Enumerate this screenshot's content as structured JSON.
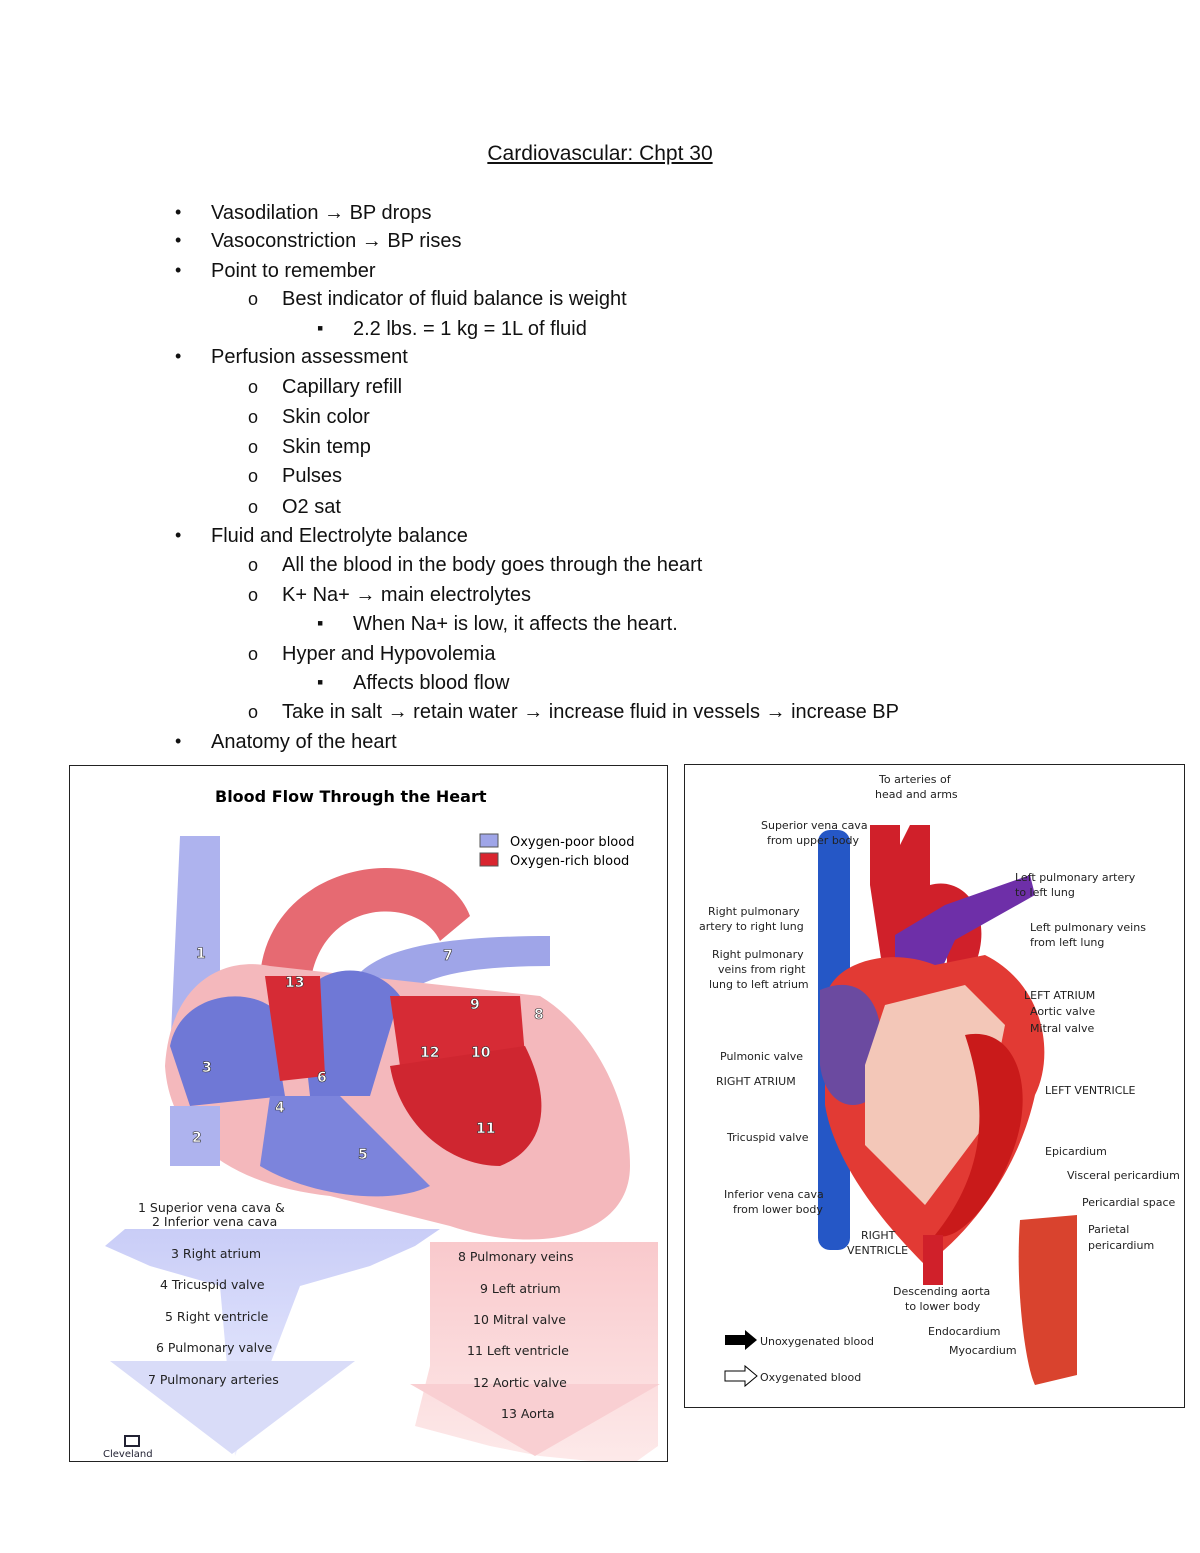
{
  "title": "Cardiovascular: Chpt 30",
  "bullets": {
    "level1": "•",
    "level2": "o",
    "level3": "▪"
  },
  "lines": [
    {
      "level": 1,
      "text": "Vasodilation → BP drops"
    },
    {
      "level": 1,
      "text": "Vasoconstriction → BP rises"
    },
    {
      "level": 1,
      "text": "Point to remember"
    },
    {
      "level": 2,
      "text": "Best indicator of fluid balance is weight"
    },
    {
      "level": 3,
      "text": "2.2 lbs. = 1 kg = 1L of fluid"
    },
    {
      "level": 1,
      "text": "Perfusion assessment"
    },
    {
      "level": 2,
      "text": "Capillary refill"
    },
    {
      "level": 2,
      "text": "Skin color"
    },
    {
      "level": 2,
      "text": "Skin temp"
    },
    {
      "level": 2,
      "text": "Pulses"
    },
    {
      "level": 2,
      "text": "O2 sat"
    },
    {
      "level": 1,
      "text": "Fluid and Electrolyte balance"
    },
    {
      "level": 2,
      "text": "All the blood in the body goes through the heart"
    },
    {
      "level": 2,
      "text": "K+ Na+ → main electrolytes"
    },
    {
      "level": 3,
      "text": "When Na+ is low, it affects the heart."
    },
    {
      "level": 2,
      "text": "Hyper and Hypovolemia"
    },
    {
      "level": 3,
      "text": "Affects blood flow"
    },
    {
      "level": 2,
      "text": "Take in salt → retain water → increase fluid in vessels → increase BP"
    },
    {
      "level": 1,
      "text": "Anatomy of the heart"
    }
  ],
  "figure1": {
    "title": "Blood Flow Through the Heart",
    "legend": [
      {
        "label": "Oxygen-poor blood",
        "color": "#9fa5e8"
      },
      {
        "label": "Oxygen-rich blood",
        "color": "#d9252f"
      }
    ],
    "numbers": [
      "1",
      "2",
      "3",
      "4",
      "5",
      "6",
      "7",
      "8",
      "9",
      "10",
      "11",
      "12",
      "13"
    ],
    "left_list": [
      "1 Superior vena cava &",
      "2 Inferior vena cava",
      "3 Right atrium",
      "4 Tricuspid valve",
      "5 Right ventricle",
      "6 Pulmonary valve",
      "7 Pulmonary arteries"
    ],
    "right_list": [
      "8 Pulmonary veins",
      "9 Left atrium",
      "10 Mitral valve",
      "11 Left ventricle",
      "12 Aortic valve",
      "13 Aorta"
    ],
    "logo": "Cleveland"
  },
  "figure2": {
    "labels": {
      "arteries_head": [
        "To arteries of",
        "head and arms"
      ],
      "svc": [
        "Superior vena cava",
        "from upper body"
      ],
      "lpa": [
        "Left pulmonary artery",
        "to left lung"
      ],
      "rpa": [
        "Right pulmonary",
        "artery to right lung"
      ],
      "lpv": [
        "Left pulmonary veins",
        "from left lung"
      ],
      "rpv": [
        "Right pulmonary",
        "veins from right",
        "lung to left atrium"
      ],
      "left_atrium": "LEFT ATRIUM",
      "aortic_valve": "Aortic valve",
      "mitral_valve": "Mitral valve",
      "pulmonic_valve": "Pulmonic valve",
      "right_atrium": "RIGHT ATRIUM",
      "left_ventricle": "LEFT VENTRICLE",
      "tricuspid_valve": "Tricuspid valve",
      "epicardium": "Epicardium",
      "visceral": "Visceral pericardium",
      "pericardial_space": "Pericardial space",
      "parietal": [
        "Parietal",
        "pericardium"
      ],
      "ivc": [
        "Inferior vena cava",
        "from lower body"
      ],
      "right_ventricle": [
        "RIGHT",
        "VENTRICLE"
      ],
      "desc_aorta": [
        "Descending aorta",
        "to lower body"
      ],
      "endocardium": "Endocardium",
      "myocardium": "Myocardium",
      "legend_unox": "Unoxygenated blood",
      "legend_ox": "Oxygenated blood"
    }
  }
}
